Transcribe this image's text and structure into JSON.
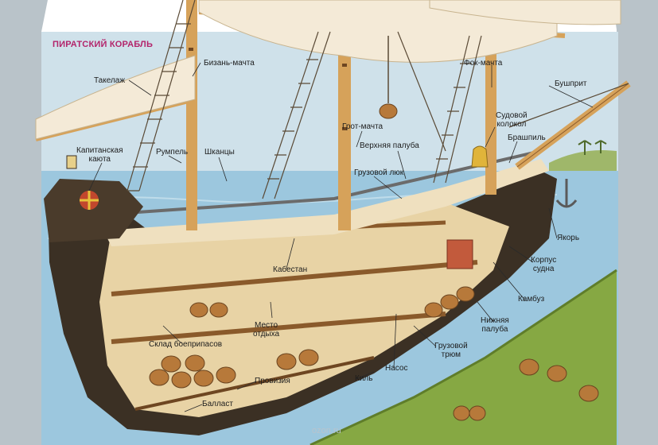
{
  "title": "ПИРАТСКИЙ КОРАБЛЬ",
  "watermark": "ozon.ru",
  "labels": {
    "takelazh": "Такелаж",
    "bizan_machta": "Бизань-мачта",
    "fok_machta": "Фок-мачта",
    "bushprit": "Бушприт",
    "kapitanskaya_kayuta": "Капитанская\nкаюта",
    "rumpel": "Румпель",
    "shkantsy": "Шканцы",
    "grot_machta": "Грот-мачта",
    "sudovoy_kolokol": "Судовой\nколокол",
    "verkhnyaya_paluba": "Верхняя палуба",
    "brashpil": "Брашпиль",
    "gruzovoy_lyuk": "Грузовой люк",
    "kabestan": "Кабестан",
    "yakor": "Якорь",
    "korpus_sudna": "Корпус\nсудна",
    "kambuz": "Камбуз",
    "nizhnyaya_paluba": "Нижняя\nпалуба",
    "mesto_otdykha": "Место\nотдыха",
    "sklad_boepripasov": "Склад боеприпасов",
    "gruzovoy_trum": "Грузовой\nтрюм",
    "nasos": "Насос",
    "kil": "Киль",
    "provizia": "Провизия",
    "ballast": "Балласт"
  },
  "colors": {
    "parchment": "#b9c3c9",
    "sea": "#9cc7de",
    "sky": "#cfe1ea",
    "hull_dark": "#3b3024",
    "wood": "#d6a25a",
    "deck": "#efe0bf",
    "sail": "#f4ead7",
    "grass": "#86a843",
    "title": "#b3246b"
  }
}
